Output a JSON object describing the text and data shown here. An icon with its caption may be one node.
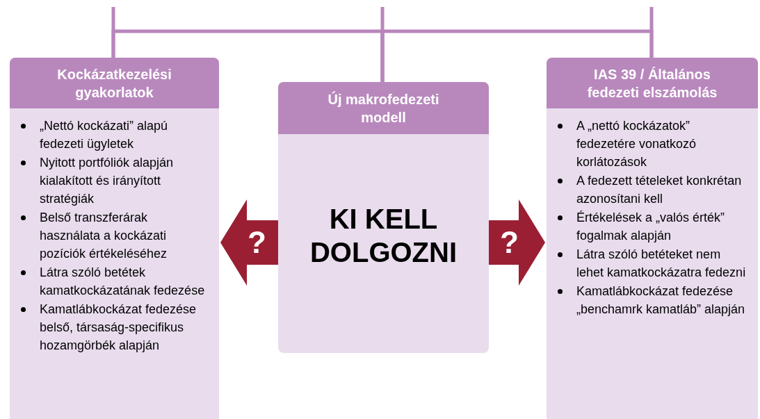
{
  "diagram": {
    "nodes": [
      {
        "text": [
          "Kockázatkezelési gyakorlatok",
          "„Nettó kockázati” alapú fedezeti ügyletek",
          "Nyitott portfóliók alapján kialakított és irányított stratégiák",
          "Belső transzferárak használata a kockázati pozíciók értékeléséhez",
          "Látra szóló betétek kamatkockázatának fedezése",
          "Kamatlábkockázat fedezése belső, társaság-specifikus hozamgörbék alapján"
        ]
      },
      {
        "text": [
          "Új makrofedezeti modell",
          "KI KELL DOLGOZNI"
        ]
      },
      {
        "text": [
          "IAS 39 / Általános fedezeti elszámolás",
          "A „nettó kockázatok” fedezetére vonatkozó korlátozások",
          "A fedezett tételeket konkrétan azonosítani kell",
          "Értékelések a „valós érték” fogalmak alapján",
          "Látra szóló betéteket nem lehet kamatkockázatra fedezni",
          "Kamatlábkockázat fedezése „benchamrk kamatláb” alapján"
        ]
      }
    ],
    "edges": [
      {
        "from": null,
        "to": 0,
        "arrow": "none"
      },
      {
        "from": null,
        "to": 1,
        "arrow": "none"
      },
      {
        "from": null,
        "to": 2,
        "arrow": "none"
      },
      {
        "from": 0,
        "to": 1,
        "arrow": "none"
      },
      {
        "from": 1,
        "to": 2,
        "arrow": "none"
      },
      {
        "from": 1,
        "to": 0,
        "arrow": "to",
        "label": "?",
        "style": "thick",
        "color": "#9b1f33"
      },
      {
        "from": 1,
        "to": 2,
        "arrow": "to",
        "label": "?",
        "style": "thick",
        "color": "#9b1f33"
      }
    ]
  }
}
